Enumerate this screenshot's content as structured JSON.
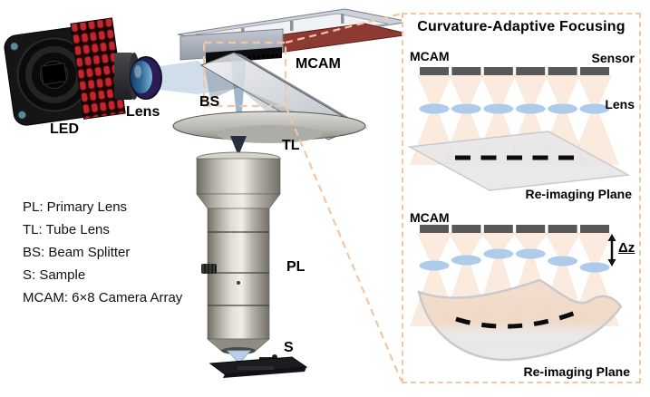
{
  "scene": {
    "labels": {
      "led": "LED",
      "lens": "Lens",
      "bs": "BS",
      "mcam": "MCAM",
      "tl": "TL",
      "pl": "PL",
      "s": "S"
    },
    "legend": [
      "PL: Primary Lens",
      "TL: Tube Lens",
      "BS: Beam Splitter",
      "S: Sample",
      "MCAM: 6×8 Camera Array"
    ]
  },
  "panel": {
    "title": "Curvature-Adaptive Focusing",
    "diagram_flat": {
      "mcam_label": "MCAM",
      "sensor_label": "Sensor",
      "lens_label": "Lens",
      "plane_label": "Re-imaging Plane",
      "sensor_count": 6,
      "lens_offsets": [
        0,
        0,
        0,
        0,
        0,
        0
      ]
    },
    "diagram_curved": {
      "mcam_label": "MCAM",
      "dz_label": "Δz",
      "plane_label": "Re-imaging Plane",
      "sensor_count": 6,
      "lens_offsets": [
        13,
        7,
        0,
        0,
        8,
        15
      ]
    },
    "colors": {
      "dash": "#F3C7A3",
      "cone": "#F3C4A0",
      "lens": "#AECBEA",
      "sensor": "#58585A"
    }
  }
}
